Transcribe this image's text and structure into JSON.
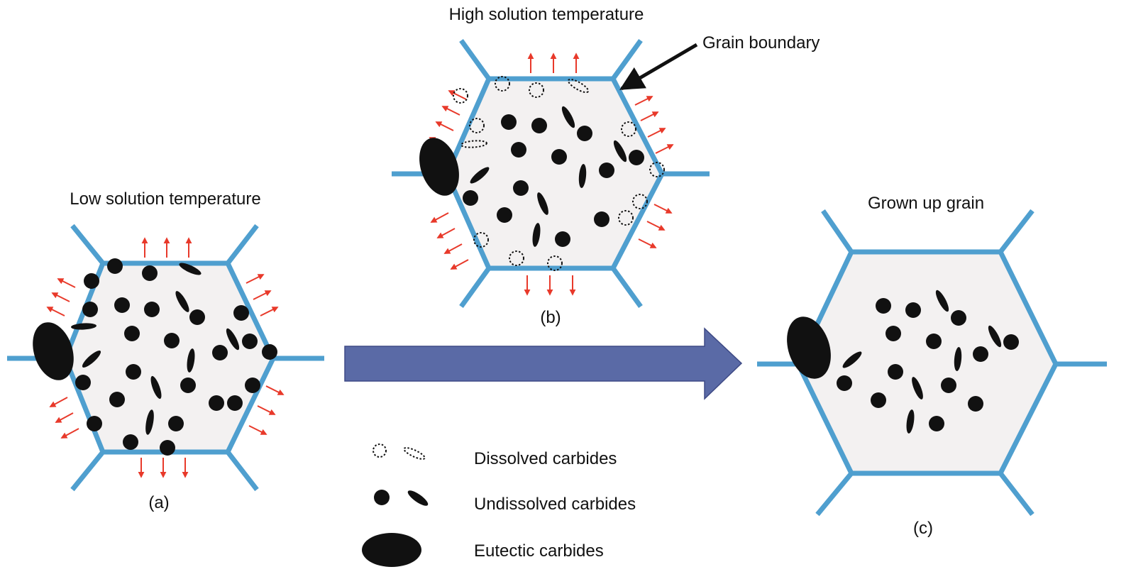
{
  "labels": {
    "low_title": "Low solution temperature",
    "high_title": "High solution temperature",
    "grown_title": "Grown up grain",
    "grain_boundary": "Grain boundary",
    "panel_a": "(a)",
    "panel_b": "(b)",
    "panel_c": "(c)"
  },
  "legend": {
    "dissolved": "Dissolved carbides",
    "undissolved": "Undissolved carbides",
    "eutectic": "Eutectic carbides"
  },
  "colors": {
    "grain_boundary": "#4f9fcf",
    "grain_fill": "#f3f1f1",
    "carbide": "#111111",
    "diffusion_arrow": "#e8392a",
    "process_arrow": "#5a6aa6"
  }
}
